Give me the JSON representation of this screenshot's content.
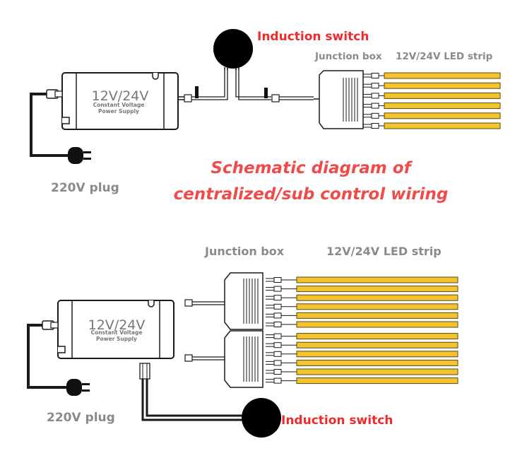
{
  "title": {
    "line1": "Schematic diagram of",
    "line2": "centralized/sub control wiring"
  },
  "top": {
    "induction_switch": "Induction switch",
    "junction_box": "Junction box",
    "led_strip": "12V/24V LED strip",
    "psu_voltage": "12V/24V",
    "psu_line1": "Constant Voltage",
    "psu_line2": "Power Supply",
    "plug": "220V plug"
  },
  "bottom": {
    "induction_switch": "Induction switch",
    "junction_box": "Junction box",
    "led_strip": "12V/24V LED strip",
    "psu_voltage": "12V/24V",
    "psu_line1": "Constant Voltage",
    "psu_line2": "Power Supply",
    "plug": "220V plug"
  },
  "colors": {
    "red_label": "#ee2a2a",
    "title": "#ef4b4b",
    "gray_label": "#8a8a8a",
    "strip": "#f4c430"
  }
}
